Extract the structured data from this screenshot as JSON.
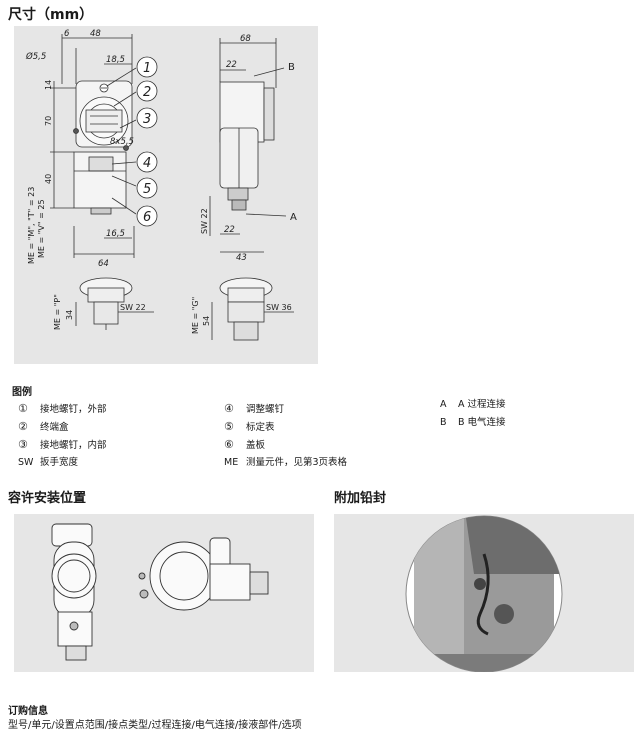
{
  "title": "尺寸（mm）",
  "drawing": {
    "dims": {
      "d55": "5,5",
      "w6": "6",
      "w48": "48",
      "w185": "18,5",
      "h14": "14",
      "h70": "70",
      "hole": "8x5,5",
      "h40": "40",
      "me_mt": "ME = \"M\", \"T\" = 23",
      "me_v": "ME = \"V\" = 25",
      "w165": "16,5",
      "w64": "64",
      "w68": "68",
      "w22a": "22",
      "sw22v": "SW 22",
      "w22b": "22",
      "w43": "43",
      "me_p": "ME = \"P\"",
      "h34": "34",
      "sw22": "SW 22",
      "me_g": "ME = \"G\"",
      "h54": "54",
      "sw36": "SW 36"
    },
    "callouts": [
      "1",
      "2",
      "3",
      "4",
      "5",
      "6"
    ],
    "letters": {
      "a": "A",
      "b": "B"
    }
  },
  "legend": {
    "heading": "图例",
    "items": [
      {
        "sym": "①",
        "text": "接地螺钉，外部"
      },
      {
        "sym": "②",
        "text": "终端盒"
      },
      {
        "sym": "③",
        "text": "接地螺钉，内部"
      },
      {
        "sym": "SW",
        "text": "扳手宽度"
      },
      {
        "sym": "④",
        "text": "调整螺钉"
      },
      {
        "sym": "⑤",
        "text": "标定表"
      },
      {
        "sym": "⑥",
        "text": "盖板"
      },
      {
        "sym": "ME",
        "text": "测量元件，见第3页表格"
      }
    ],
    "connections": [
      {
        "code": "A",
        "text": "A 过程连接"
      },
      {
        "code": "B",
        "text": "B 电气连接"
      }
    ]
  },
  "mounting": {
    "heading": "容许安装位置"
  },
  "seal": {
    "heading": "附加铅封"
  },
  "order": {
    "heading": "订购信息",
    "text": "型号/单元/设置点范围/接点类型/过程连接/电气连接/接液部件/选项"
  }
}
